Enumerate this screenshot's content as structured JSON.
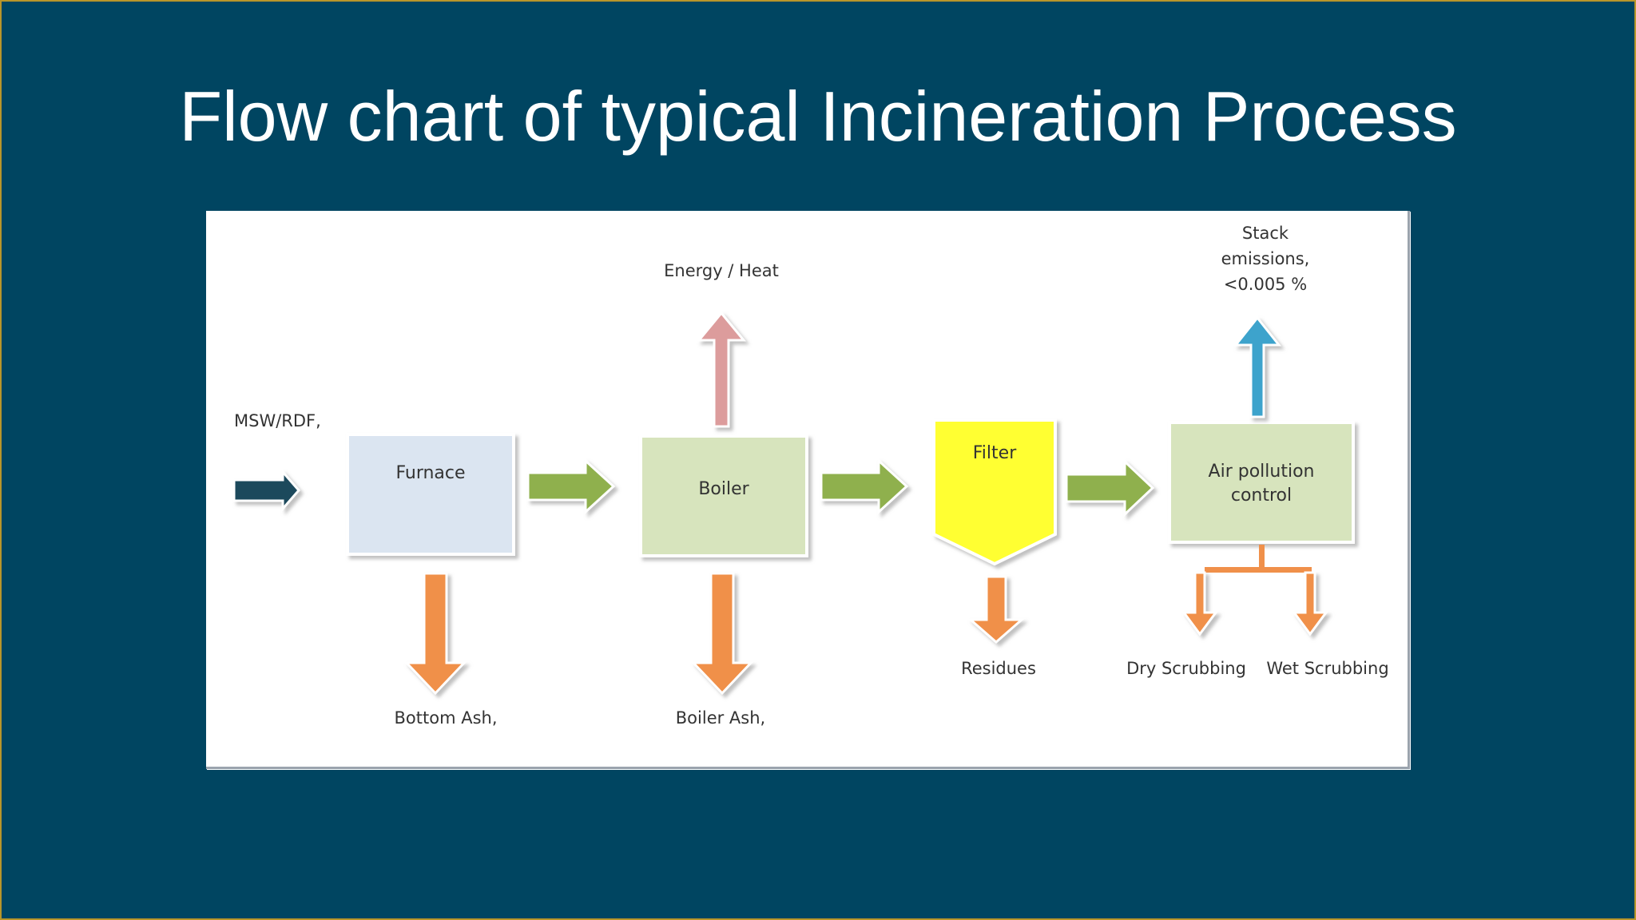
{
  "title": "Flow chart of typical Incineration Process",
  "diagram": {
    "input_label": "MSW/RDF,",
    "furnace": "Furnace",
    "boiler": "Boiler",
    "filter": "Filter",
    "apc_line1": "Air pollution",
    "apc_line2": "control",
    "energy": "Energy / Heat",
    "stack_line1": "Stack",
    "stack_line2": "emissions,",
    "stack_line3": "<0.005 %",
    "bottom_ash": "Bottom Ash,",
    "boiler_ash": "Boiler Ash,",
    "residues": "Residues",
    "dry_scrubbing": "Dry Scrubbing",
    "wet_scrubbing": "Wet Scrubbing"
  },
  "colors": {
    "background": "#004561",
    "frame": "#b8962a",
    "input_arrow": "#1e4a5c",
    "flow_arrow": "#8fb04e",
    "output_arrow": "#f0904a",
    "energy_arrow": "#dc9c9c",
    "stack_arrow": "#3ea3cc",
    "furnace_fill": "#dbe5f1",
    "process_fill": "#d7e4bd",
    "filter_fill": "#ffff33"
  }
}
